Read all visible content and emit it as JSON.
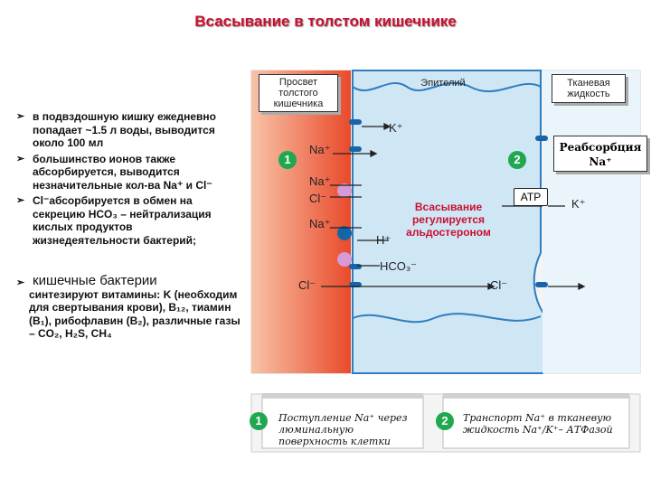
{
  "title": "Всасывание в толстом кишечнике",
  "bullets": [
    "в подвздошную кишку ежедневно попадает ~1.5 л воды, выводится около 100 мл",
    "большинство ионов также абсорбируется, выводится незначительные кол-ва Na⁺ и Cl⁻",
    "Cl⁻абсорбируется в обмен на секрецию HCO₃ – нейтрализация кислых продуктов жизнедеятельности бактерий;"
  ],
  "bacteria": {
    "heading": "кишечные бактерии",
    "text": "синтезируют витамины: K (необходим для свертывания крови), B₁₂, тиамин (B₁), рибофлавин (B₂), различные газы – CO₂, H₂S, CH₄"
  },
  "diagram": {
    "lumen_label": "Просвет толстого кишечника",
    "epithelium_label": "Эпителий",
    "tissue_label": "Тканевая жидкость",
    "reabsorption_label": "Реабсорбция Na⁺",
    "regulation_label": "Всасывание регулируется альдостероном",
    "atp_label": "ATP",
    "marker_1": "1",
    "marker_2": "2",
    "ions": {
      "k_plus_top": "K⁺",
      "na_plus_1": "Na⁺",
      "na_plus_2": "Na⁺",
      "cl_minus_1": "Cl⁻",
      "na_plus_3": "Na⁺",
      "h_plus": "H⁺",
      "hco3_minus": "HCO₃⁻",
      "cl_minus_lumen": "Cl⁻",
      "cl_minus_tissue": "Cl⁻",
      "k_plus_tissue": "K⁺"
    }
  },
  "legend": {
    "item1_number": "1",
    "item1_text": "Поступление Na⁺ через люминальную поверхность клетки",
    "item2_number": "2",
    "item2_text": "Транспорт Na⁺ в тканевую жидкость Na⁺/K⁺– АТФазой"
  },
  "colors": {
    "title": "#c8102e",
    "lumen": "#e94a2b",
    "cell": "#cfe6f5",
    "membrane": "#1565a8",
    "marker": "#1fa84f"
  }
}
